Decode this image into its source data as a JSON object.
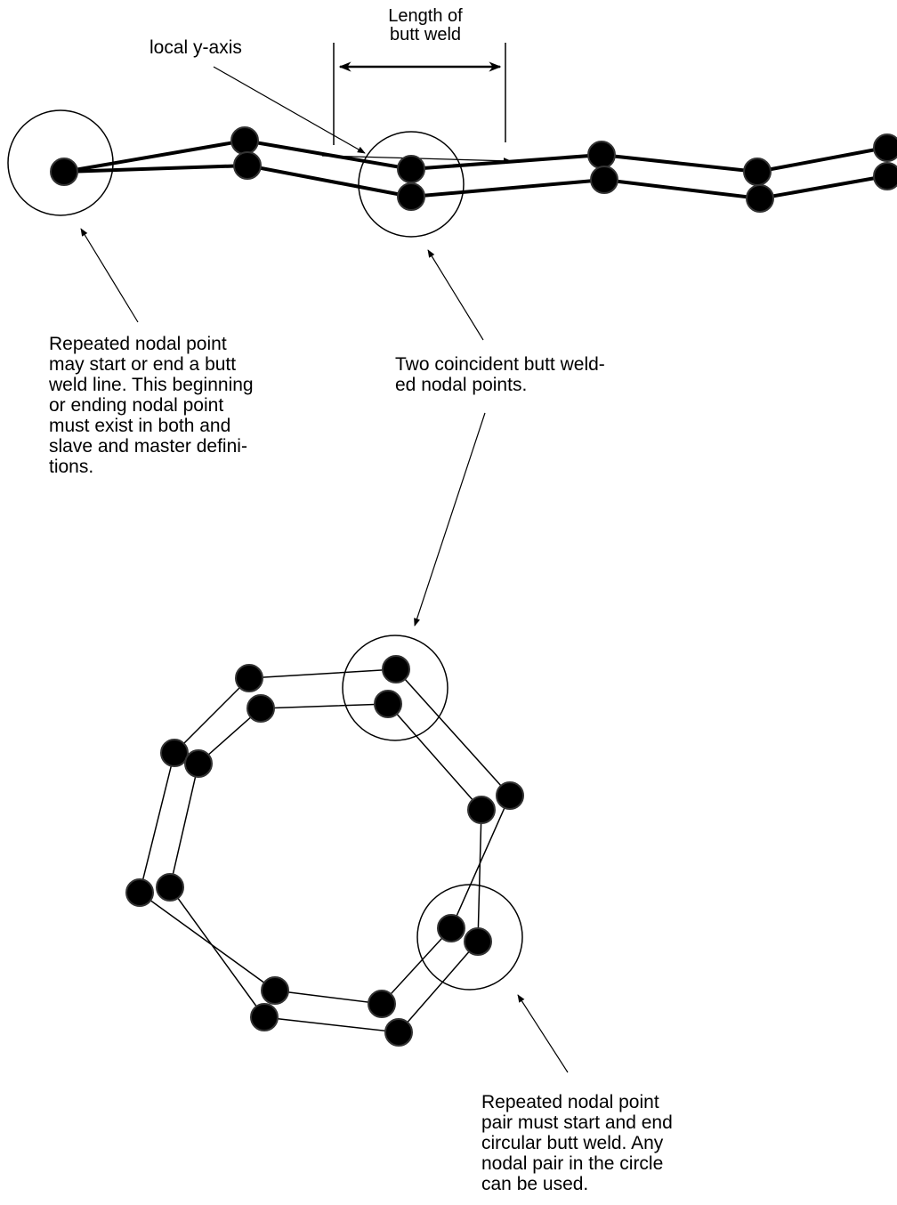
{
  "labels": {
    "length_of_butt_weld": "Length of\nbutt weld",
    "local_y_axis": "local y-axis",
    "repeated_nodal_point": "Repeated nodal point\nmay start or end a butt\nweld line.  This beginning\nor ending nodal point\nmust exist in both and\nslave and master defini-\ntions.",
    "two_coincident": "Two coincident butt weld-\ned nodal points.",
    "repeated_nodal_pair": "Repeated nodal point\npair must start and  end\ncircular butt weld.  Any\nnodal pair in the circle\ncan be used."
  },
  "colors": {
    "line": "#000000",
    "node_fill": "#000000",
    "node_stroke": "#333333",
    "background": "#ffffff"
  }
}
